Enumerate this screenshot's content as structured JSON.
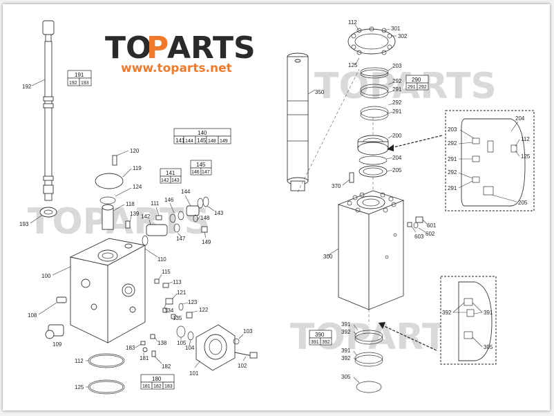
{
  "logo": {
    "brand": "TOPARTS",
    "url": "www.toparts.net",
    "colors": {
      "dark": "#2a2a2a",
      "accent": "#f07a2a"
    }
  },
  "watermarks": [
    "TOPARTS",
    "TOPARTS",
    "TOPARTS"
  ],
  "kits": {
    "k191": {
      "title": "191",
      "items": [
        "192",
        "193"
      ]
    },
    "k140": {
      "title": "140",
      "items": [
        "141",
        "144",
        "145",
        "148",
        "149"
      ]
    },
    "k141": {
      "title": "141",
      "items": [
        "142",
        "143"
      ]
    },
    "k145": {
      "title": "145",
      "items": [
        "146",
        "147"
      ]
    },
    "k180": {
      "title": "180",
      "items": [
        "181",
        "182",
        "183"
      ]
    },
    "k290": {
      "title": "290",
      "items": [
        "291",
        "292"
      ]
    },
    "k390": {
      "title": "390",
      "items": [
        "391",
        "392"
      ]
    }
  },
  "labels": {
    "100": "100",
    "101": "101",
    "102": "102",
    "103": "103",
    "104": "104",
    "105": "105",
    "108": "108",
    "109": "109",
    "110": "110",
    "111": "111",
    "112": "112",
    "113": "113",
    "115": "115",
    "118": "118",
    "119": "119",
    "120": "120",
    "121": "121",
    "122": "122",
    "123": "123",
    "124": "124",
    "125": "125",
    "134": "134",
    "135": "135",
    "138": "138",
    "139": "139",
    "142": "142",
    "143": "143",
    "144": "144",
    "146": "146",
    "147": "147",
    "148": "148",
    "149": "149",
    "181": "181",
    "182": "182",
    "183": "183",
    "192": "192",
    "193": "193",
    "200": "200",
    "203": "203",
    "204": "204",
    "205": "205",
    "291": "291",
    "292": "292",
    "300": "300",
    "301": "301",
    "302": "302",
    "305": "305",
    "350": "350",
    "370": "370",
    "391": "391",
    "392": "392",
    "601": "601",
    "602": "602",
    "603": "603"
  }
}
